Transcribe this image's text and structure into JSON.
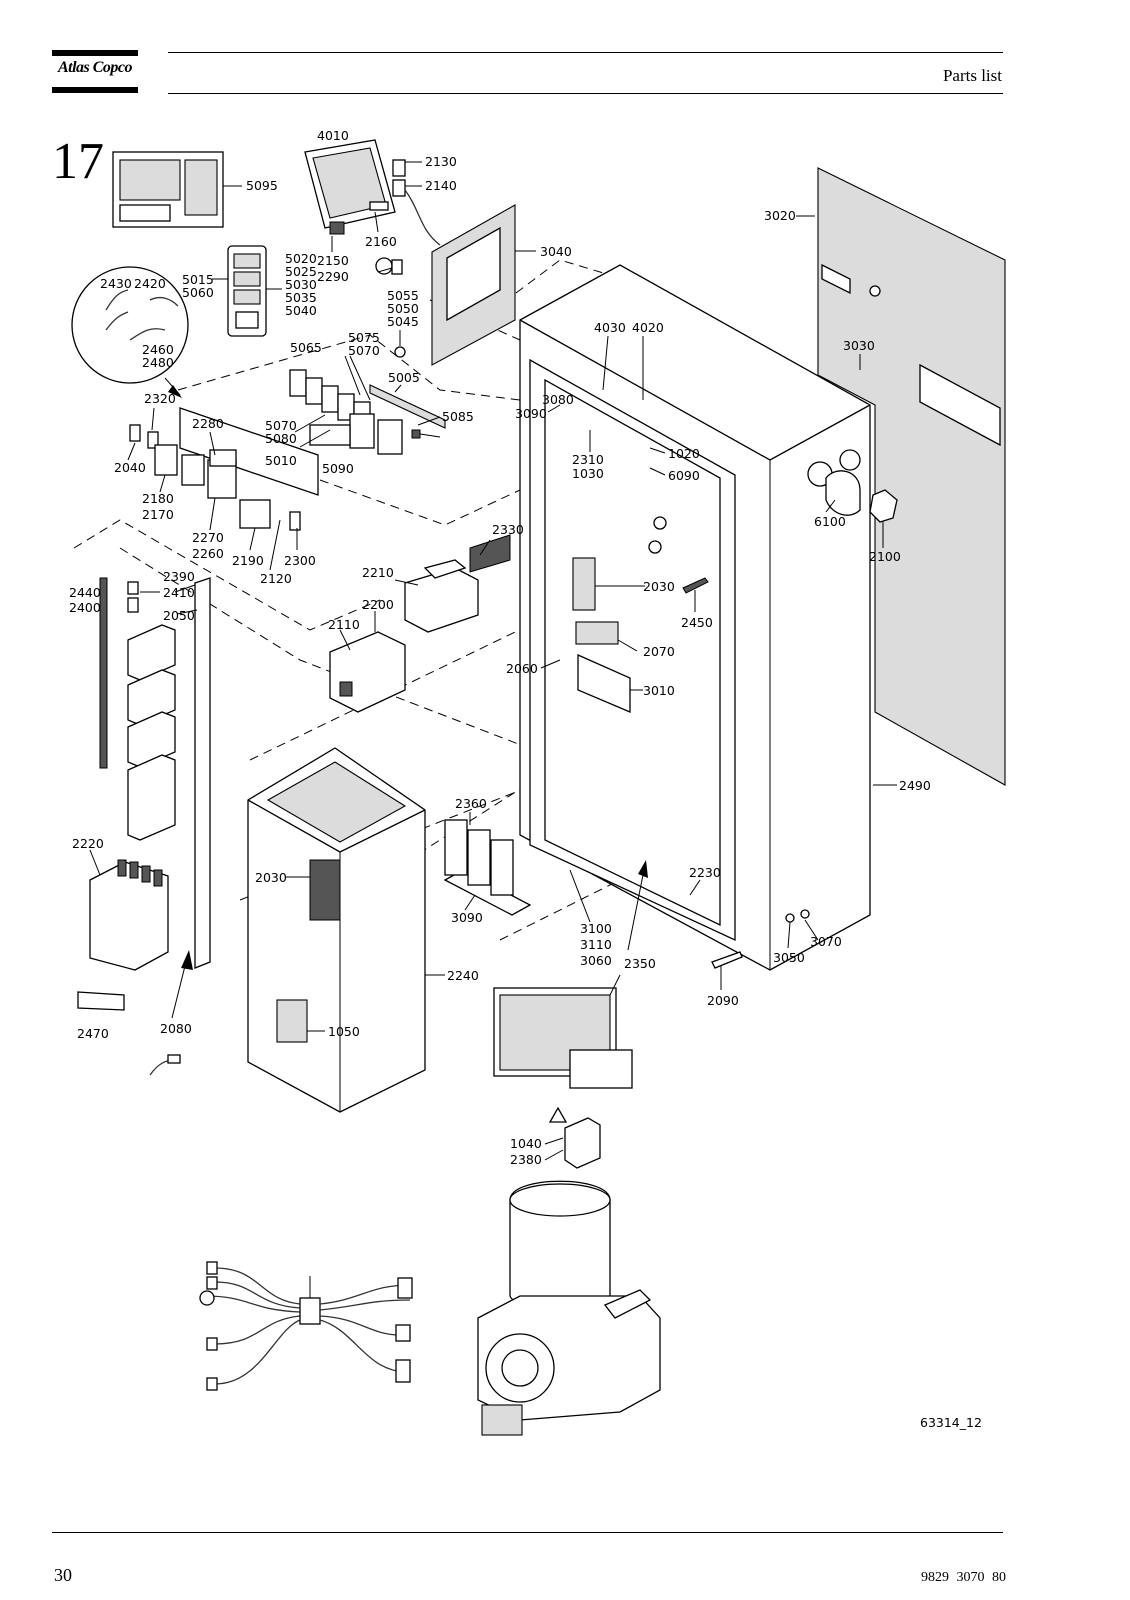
{
  "header": {
    "brand": "Atlas Copco",
    "section_title": "Parts list"
  },
  "figure": {
    "number": "17",
    "drawing_id": "63314_12",
    "callouts": [
      "5095",
      "4010",
      "2130",
      "2140",
      "2160",
      "2150",
      "2290",
      "3040",
      "3020",
      "5020",
      "5025",
      "5030",
      "5035",
      "5040",
      "5015",
      "5060",
      "2430",
      "2420",
      "2460",
      "2480",
      "5055",
      "5050",
      "5045",
      "5075",
      "5070",
      "5065",
      "5005",
      "5085",
      "4030",
      "4020",
      "3030",
      "3080",
      "3090",
      "2320",
      "2280",
      "5070",
      "5080",
      "5010",
      "5090",
      "2040",
      "2180",
      "2170",
      "2270",
      "2260",
      "2190",
      "2120",
      "2300",
      "2310",
      "1030",
      "1020",
      "6090",
      "6100",
      "2100",
      "2330",
      "2210",
      "2200",
      "2110",
      "2030",
      "2450",
      "2440",
      "2400",
      "2390",
      "2410",
      "2050",
      "2070",
      "2060",
      "3010",
      "2490",
      "2220",
      "2360",
      "2030",
      "2230",
      "3090",
      "3100",
      "3110",
      "3060",
      "3070",
      "3050",
      "2090",
      "2350",
      "2240",
      "2470",
      "2080",
      "1050",
      "1040",
      "2380"
    ]
  },
  "footer": {
    "page_number": "30",
    "document_number": "9829 3070 80"
  }
}
